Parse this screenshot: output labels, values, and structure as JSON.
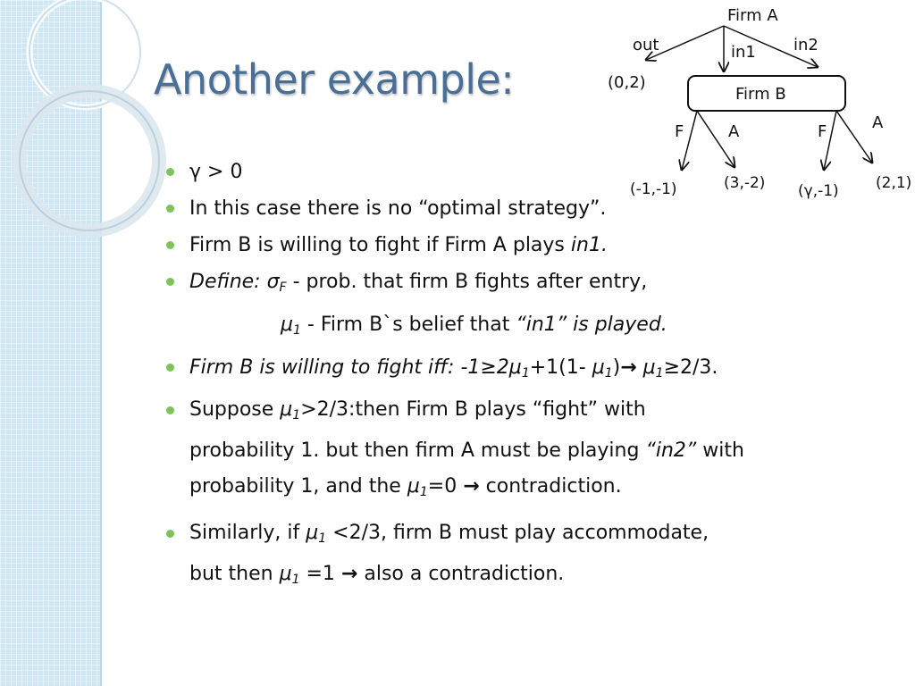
{
  "slide": {
    "title": "Another example:"
  },
  "tree": {
    "root_label": "Firm A",
    "branch_out": "out",
    "branch_in1": "in1",
    "branch_in2": "in2",
    "payoff_out": "(0,2)",
    "infoset_label": "Firm B",
    "left_fight": "F",
    "left_accommodate": "A",
    "right_fight": "F",
    "right_accommodate": "A",
    "payoff_in1_fight": "(-1,-1)",
    "payoff_in1_accommodate": "(3,-2)",
    "payoff_in2_fight": "(γ,-1)",
    "payoff_in2_accommodate": "(2,1)"
  },
  "bullets": {
    "b1": "γ > 0",
    "b2": "In this case there is no “optimal strategy”.",
    "b3_pre": "Firm B is willing to fight if Firm A plays ",
    "b3_it": "in1.",
    "b4_it": "Define: σ",
    "b4_sub": "F",
    "b4_rest": " - prob. that firm B fights after entry,",
    "b5_mu": "μ",
    "b5_sub": "1",
    "b5_rest": " - Firm B`s belief that ",
    "b5_it": "“in1” is played.",
    "b6_it1": "Firm B is willing to fight iff: -1≥2μ",
    "b6_sub1": "1",
    "b6_mid": "+1(1- ",
    "b6_mu2": "μ",
    "b6_sub2": "1",
    "b6_close": ")",
    "b6_arrow": "→",
    "b6_mu3": " μ",
    "b6_sub3": "1",
    "b6_end": "≥2/3.",
    "b7_pre": "Suppose  ",
    "b7_mu": "μ",
    "b7_sub": "1",
    "b7_line1": ">2/3:then Firm B plays “fight” with",
    "b7_line2_pre": "probability 1. but then firm A must be playing ",
    "b7_line2_it": "“in2”",
    "b7_line2_post": " with",
    "b7_line3_pre": "probability 1, and the  ",
    "b7_line3_mu": "μ",
    "b7_line3_sub": "1",
    "b7_line3_eq": "=0 ",
    "b7_line3_arrow": "→",
    "b7_line3_end": " contradiction.",
    "b8_pre": " Similarly, if  ",
    "b8_mu": "μ",
    "b8_sub": "1",
    "b8_rest": " <2/3, firm B must play accommodate,",
    "b8_line2_pre": "but then  ",
    "b8_line2_mu": "μ",
    "b8_line2_sub": "1",
    "b8_line2_eq": " =1 ",
    "b8_line2_arrow": "→",
    "b8_line2_end": " also a contradiction."
  },
  "colors": {
    "title": "#4a6f96",
    "bullet_dot": "#7cc35a",
    "side_panel": "#cfe6f5"
  }
}
